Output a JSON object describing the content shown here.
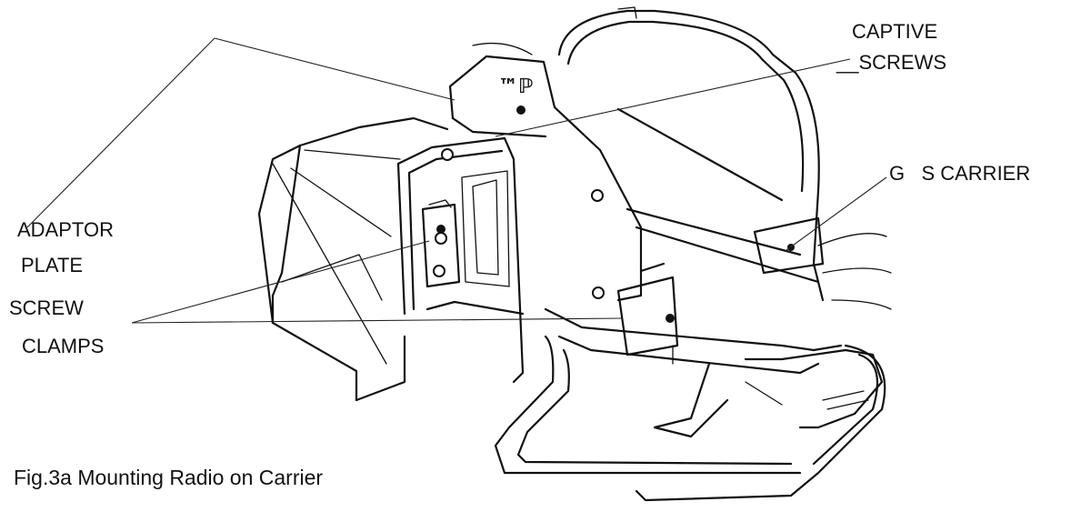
{
  "labels": {
    "captive_line1": "CAPTIVE",
    "captive_line2": "__SCREWS",
    "gs_carrier": "G   S CARRIER",
    "adaptor_line1": "ADAPTOR",
    "adaptor_line2": "PLATE",
    "screw_line1": "SCREW",
    "screw_line2": "CLAMPS"
  },
  "caption": "Fig.3a Mounting Radio on Carrier"
}
